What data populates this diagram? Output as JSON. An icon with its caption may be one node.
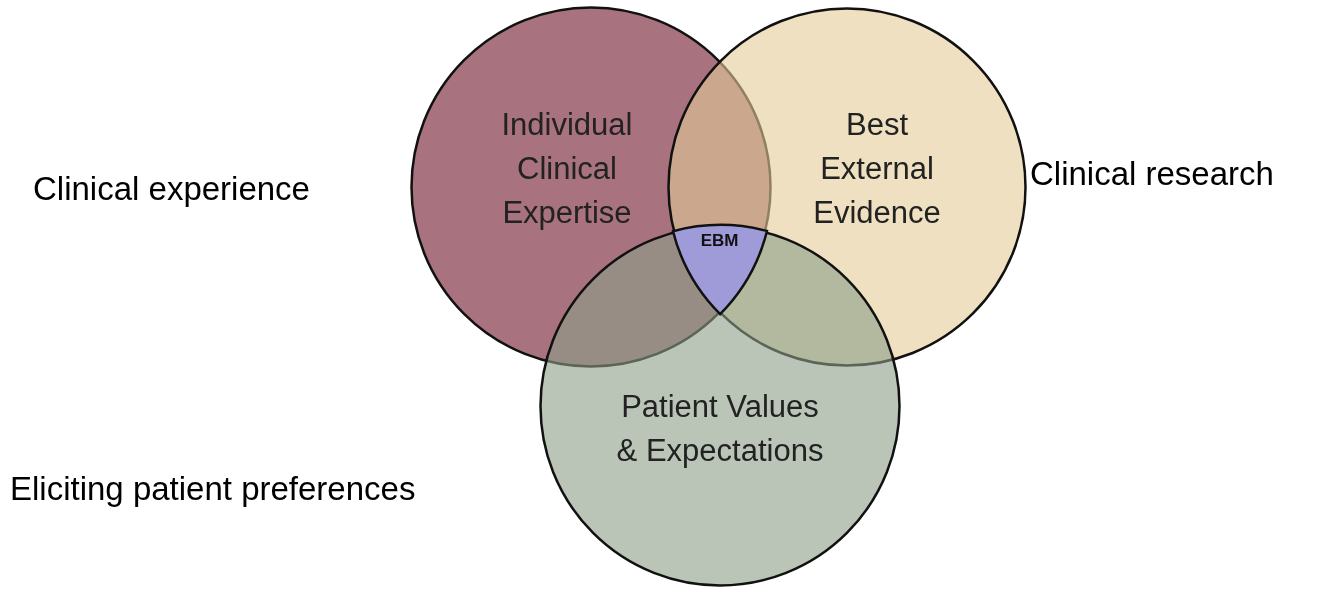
{
  "diagram": {
    "nodes": [
      {
        "text": [
          "Individual Clinical Expertise"
        ],
        "beside": [
          "Clinical experience"
        ]
      },
      {
        "text": [
          "Best External Evidence"
        ],
        "beside": [
          "Clinical research"
        ]
      },
      {
        "text": [
          "Patient Values & Expectations"
        ],
        "beside": [
          "Eliciting patient preferences"
        ]
      },
      {
        "text": [
          "EBM"
        ]
      }
    ]
  }
}
